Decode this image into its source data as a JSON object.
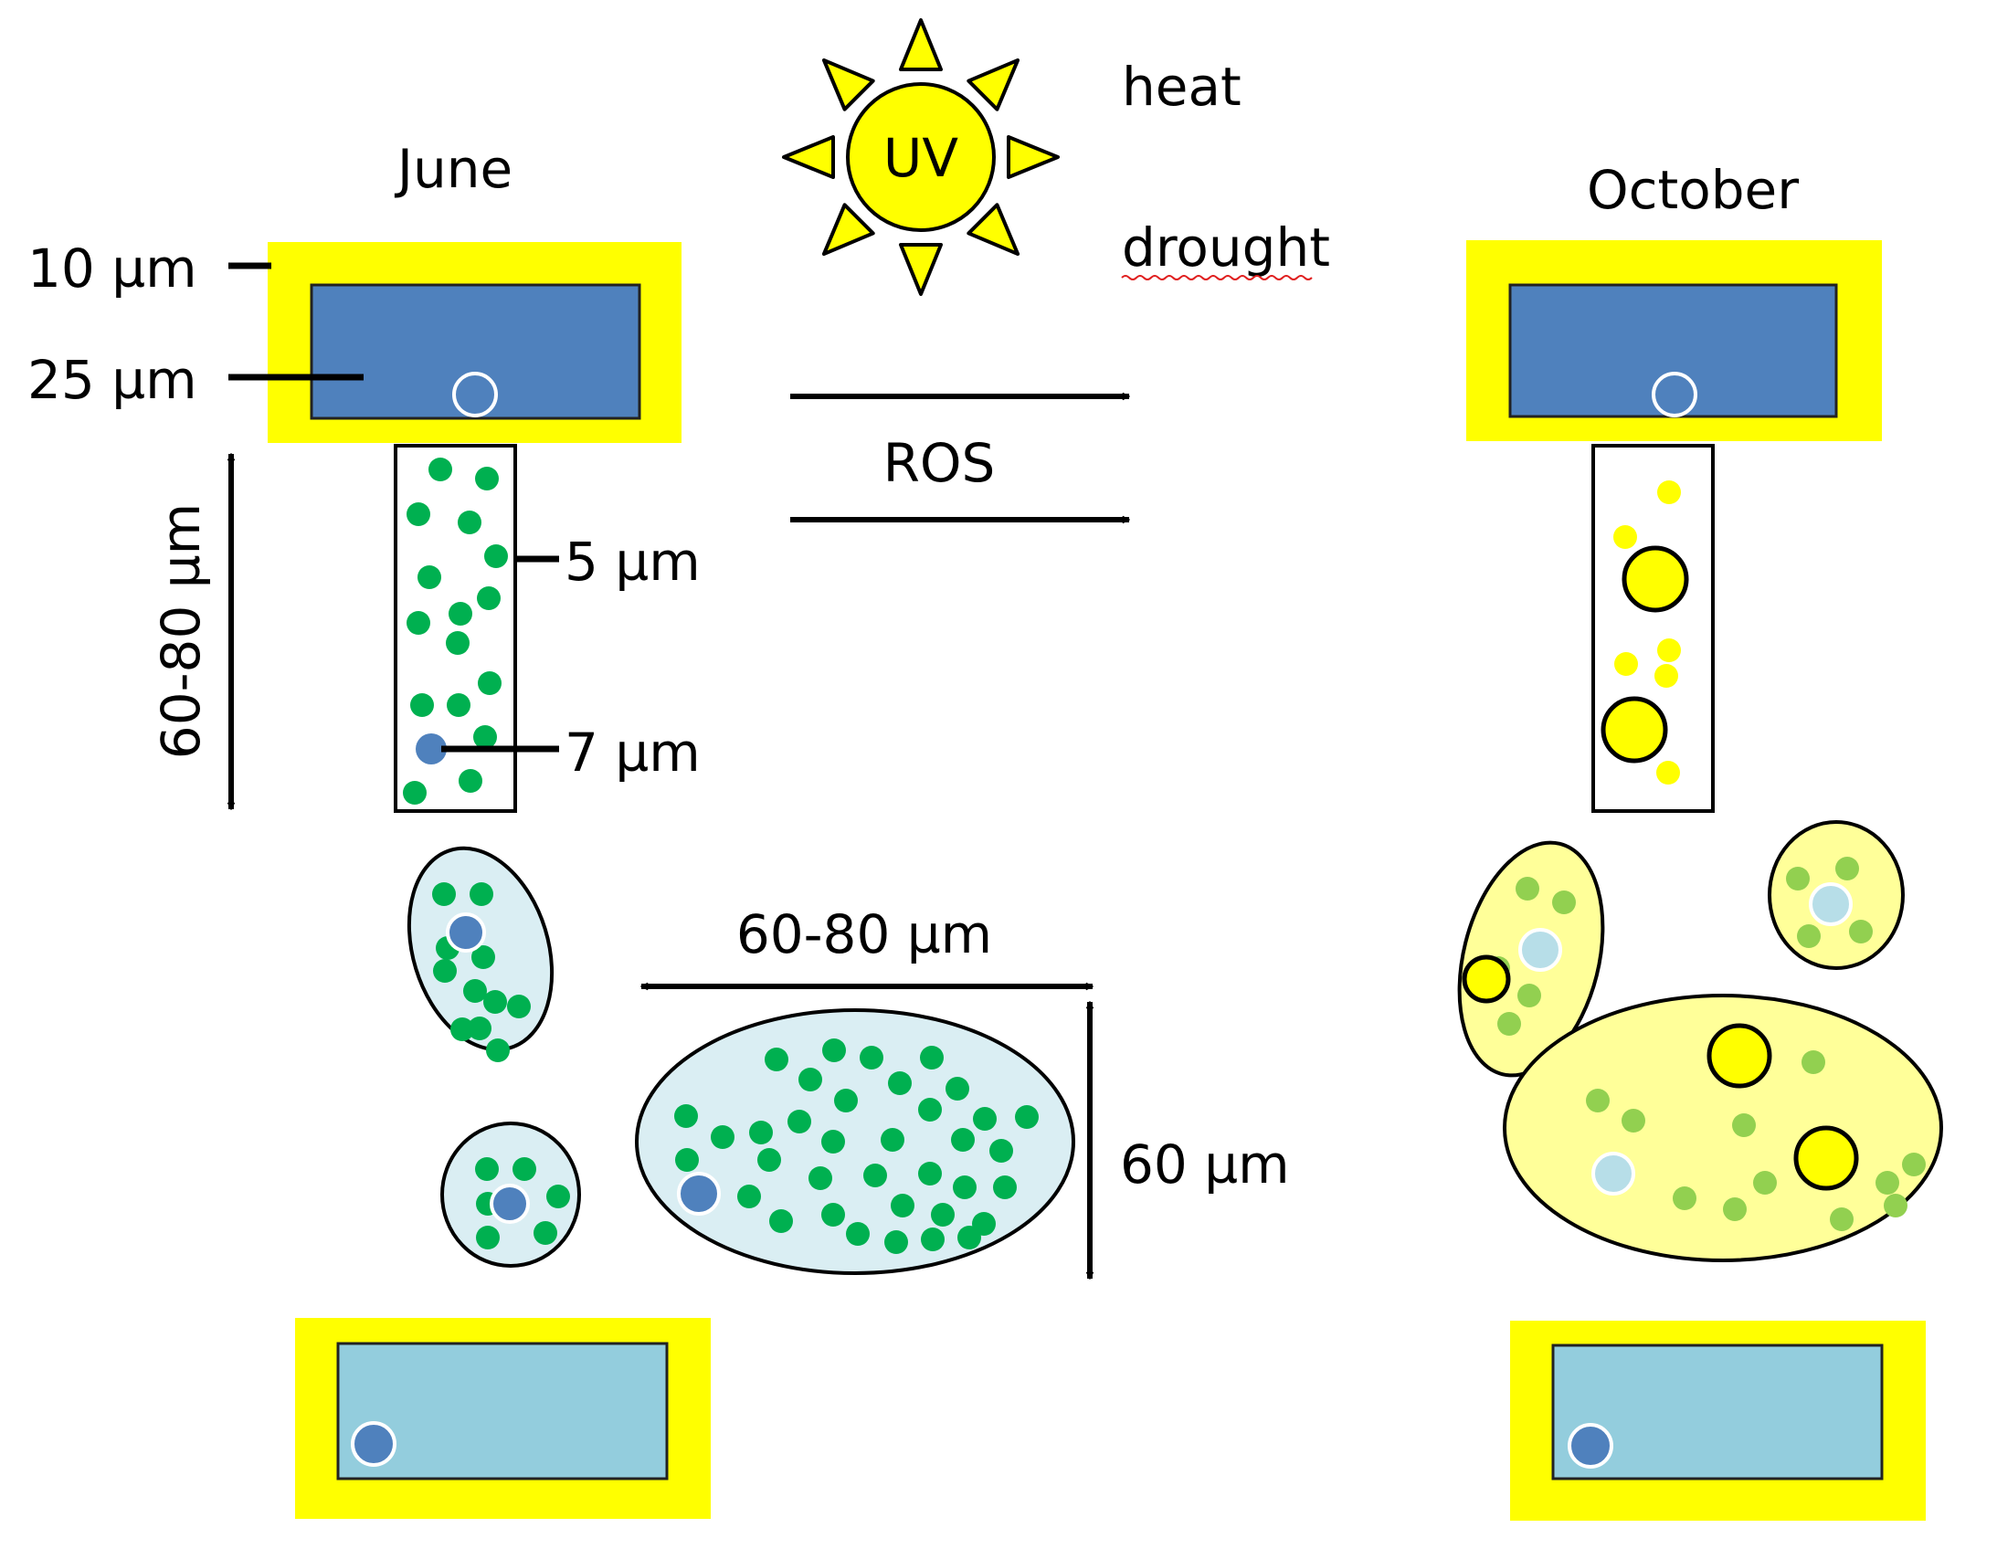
{
  "labels": {
    "june": "June",
    "october": "October",
    "uv": "UV",
    "heat": "heat",
    "drought": "drought",
    "ros": "ROS",
    "dim_10um": "10 µm",
    "dim_25um": "25 µm",
    "dim_5um": "5 µm",
    "dim_7um": "7 µm",
    "dim_height_60_80": "60-80 µm",
    "dim_width_60_80": "60-80 µm",
    "dim_60um": "60 µm"
  },
  "colors": {
    "cell_wall_yellow": "#ffff00",
    "upper_epidermis_blue": "#4f81bd",
    "lower_epidermis_lightblue": "#93cddd",
    "chloroplast_green": "#00b050",
    "spongy_cell_lightblue": "#daeef3",
    "nucleus_blue": "#4f81bd",
    "senescent_cell_yellow": "#ffff99",
    "senescent_chloroplast_green": "#92d050",
    "carotenoid_yellow": "#ffff00",
    "sun_yellow": "#ffff00",
    "nucleus_pale": "#b7dee8"
  },
  "icons": {
    "sun": "sun-icon",
    "arrow_right": "arrow-right-icon",
    "double_arrow": "double-arrow-icon"
  }
}
